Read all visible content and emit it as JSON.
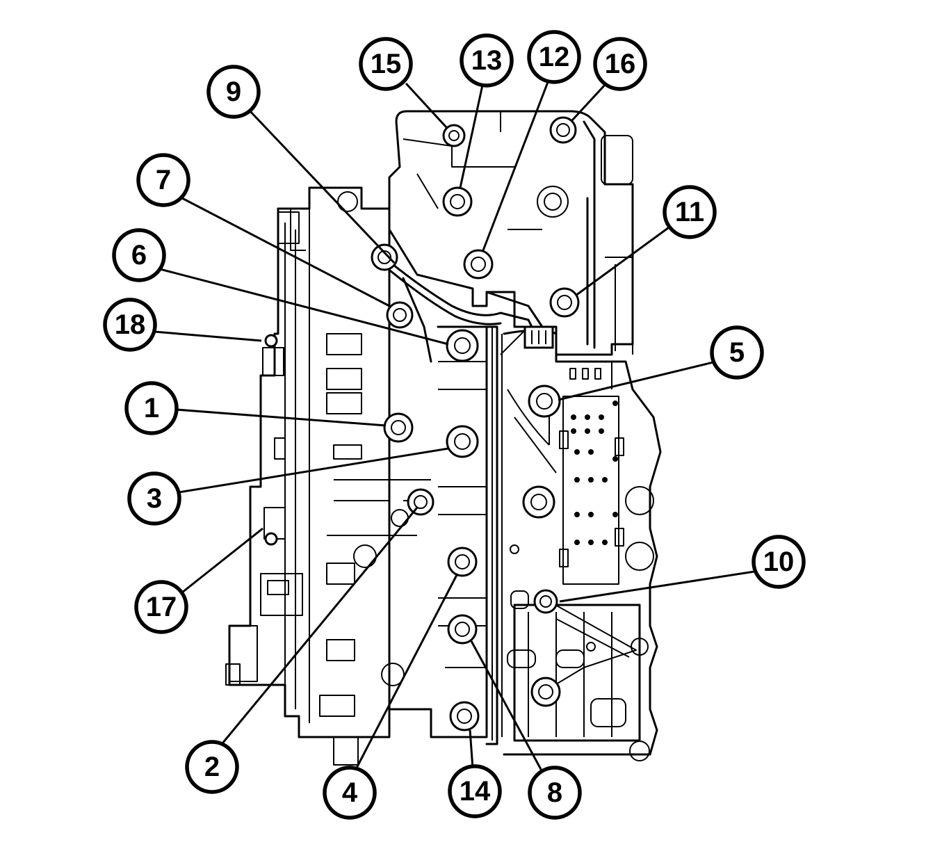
{
  "callouts": [
    {
      "label": "1"
    },
    {
      "label": "2"
    },
    {
      "label": "3"
    },
    {
      "label": "4"
    },
    {
      "label": "5"
    },
    {
      "label": "6"
    },
    {
      "label": "7"
    },
    {
      "label": "8"
    },
    {
      "label": "9"
    },
    {
      "label": "10"
    },
    {
      "label": "11"
    },
    {
      "label": "12"
    },
    {
      "label": "13"
    },
    {
      "label": "14"
    },
    {
      "label": "15"
    },
    {
      "label": "16"
    },
    {
      "label": "17"
    },
    {
      "label": "18"
    }
  ],
  "colors": {
    "line": "#000000",
    "background": "#ffffff"
  }
}
